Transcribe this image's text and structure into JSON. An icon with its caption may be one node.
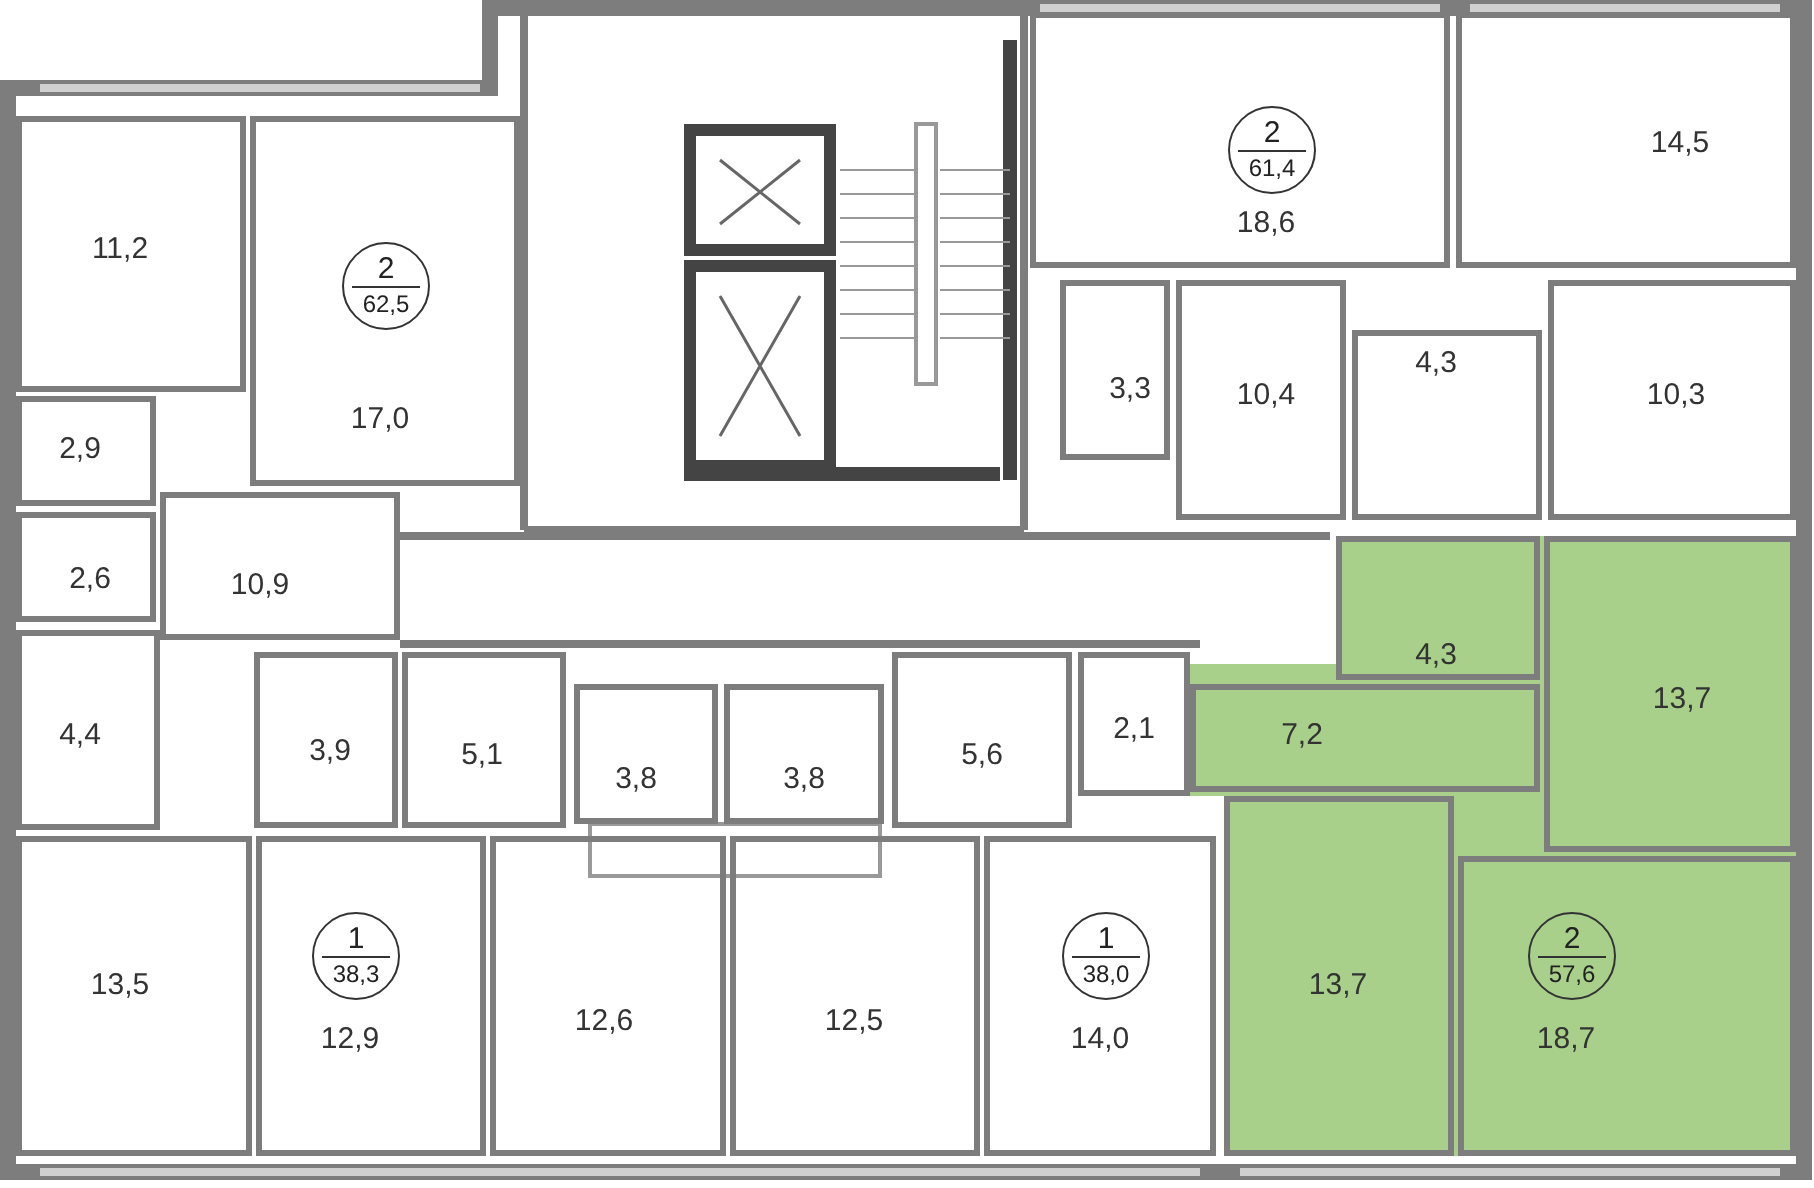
{
  "diagram": {
    "nodes": [
      {
        "text": [
          "11,2"
        ]
      },
      {
        "text": [
          "17,0"
        ]
      },
      {
        "text": [
          "2",
          "62,5"
        ],
        "in": 1
      },
      {
        "text": [
          "18,6"
        ]
      },
      {
        "text": [
          "2",
          "61,4"
        ],
        "in": 3
      },
      {
        "text": [
          "14,5"
        ]
      },
      {
        "text": [
          "2,9"
        ]
      },
      {
        "text": [
          "3,3"
        ]
      },
      {
        "text": [
          "10,4"
        ]
      },
      {
        "text": [
          "4,3"
        ]
      },
      {
        "text": [
          "10,3"
        ]
      },
      {
        "text": [
          "2,6"
        ]
      },
      {
        "text": [
          "10,9"
        ]
      },
      {
        "text": [],
        "shape": "box"
      },
      {
        "text": [
          "4,3"
        ],
        "in": 13
      },
      {
        "text": [
          "13,7"
        ],
        "in": 13
      },
      {
        "text": [
          "4,4"
        ]
      },
      {
        "text": [
          "3,9"
        ]
      },
      {
        "text": [
          "5,1"
        ]
      },
      {
        "text": [
          "3,8"
        ]
      },
      {
        "text": [
          "3,8"
        ]
      },
      {
        "text": [
          "5,6"
        ]
      },
      {
        "text": [
          "2,1"
        ]
      },
      {
        "text": [
          "7,2"
        ],
        "in": 13
      },
      {
        "text": [
          "13,5"
        ]
      },
      {
        "text": [
          "12,9"
        ]
      },
      {
        "text": [
          "1",
          "38,3"
        ],
        "in": 25
      },
      {
        "text": [
          "12,6"
        ]
      },
      {
        "text": [
          "12,5"
        ]
      },
      {
        "text": [
          "14,0"
        ]
      },
      {
        "text": [
          "1",
          "38,0"
        ],
        "in": 29
      },
      {
        "text": [
          "13,7"
        ],
        "in": 13
      },
      {
        "text": [
          "18,7"
        ],
        "in": 13
      },
      {
        "text": [
          "2",
          "57,6"
        ],
        "in": 32
      }
    ]
  }
}
